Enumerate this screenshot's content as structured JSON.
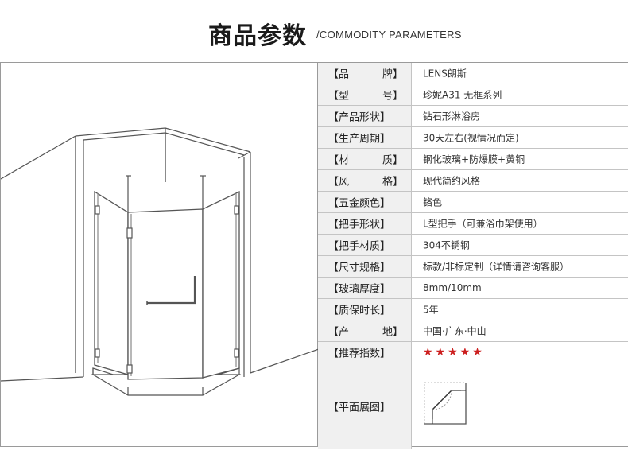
{
  "header": {
    "title_cn": "商品参数",
    "title_en": "/COMMODITY PARAMETERS"
  },
  "params": [
    {
      "label_parts": [
        "【品",
        "牌】"
      ],
      "value": "LENS朗斯"
    },
    {
      "label_parts": [
        "【型",
        "号】"
      ],
      "value": "珍妮A31  无框系列"
    },
    {
      "label": "【产品形状】",
      "value": "钻石形淋浴房"
    },
    {
      "label": "【生产周期】",
      "value": "30天左右(视情况而定)"
    },
    {
      "label_parts": [
        "【材",
        "质】"
      ],
      "value": "钢化玻璃+防爆膜+黄铜"
    },
    {
      "label_parts": [
        "【风",
        "格】"
      ],
      "value": "现代简约风格"
    },
    {
      "label": "【五金颜色】",
      "value": "铬色"
    },
    {
      "label": "【把手形状】",
      "value": "L型把手（可兼浴巾架使用）"
    },
    {
      "label": "【把手材质】",
      "value": "304不锈钢"
    },
    {
      "label": "【尺寸规格】",
      "value": "标款/非标定制（详情请咨询客服）"
    },
    {
      "label": "【玻璃厚度】",
      "value": "8mm/10mm"
    },
    {
      "label": "【质保时长】",
      "value": "5年"
    },
    {
      "label_parts": [
        "【产",
        "地】"
      ],
      "value": "中国·广东·中山"
    },
    {
      "label": "【推荐指数】",
      "value": "★★★★★",
      "rating": 5
    },
    {
      "label": "【平面展图】"
    }
  ],
  "colors": {
    "accent_star": "#cc1f1f",
    "label_bg": "#f0f0f0",
    "border": "#c4c4c4"
  }
}
